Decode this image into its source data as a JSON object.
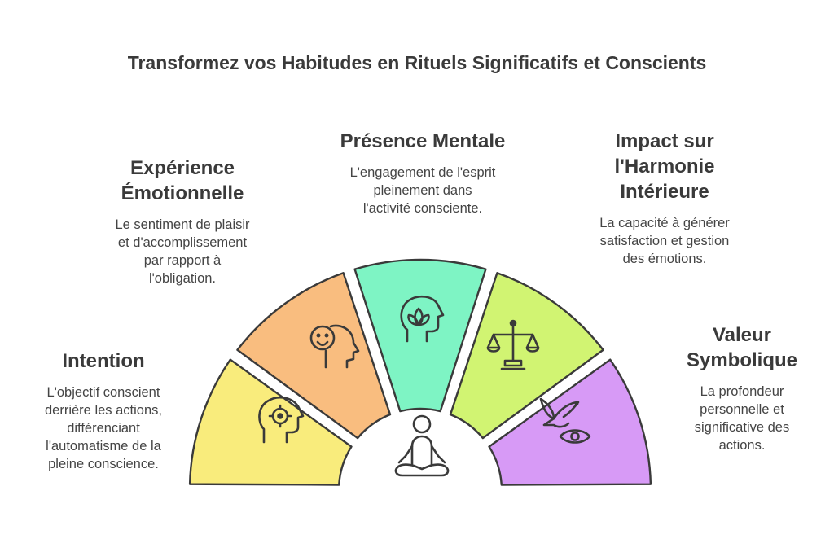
{
  "title": "Transformez vos Habitudes en Rituels Significatifs et Conscients",
  "segments": [
    {
      "key": "intention",
      "heading": "Intention",
      "text": "L'objectif conscient\nderrière les actions,\ndifférenciant\nl'automatisme de la\npleine conscience.",
      "color": "#f9ec7c",
      "icon": "target-head-icon"
    },
    {
      "key": "emotion",
      "heading": "Expérience\nÉmotionnelle",
      "text": "Le sentiment de plaisir\net d'accomplissement\npar rapport à\nl'obligation.",
      "color": "#f9bd7f",
      "icon": "smiley-head-icon"
    },
    {
      "key": "presence",
      "heading": "Présence Mentale",
      "text": "L'engagement de l'esprit\npleinement dans\nl'activité consciente.",
      "color": "#7ef4c4",
      "icon": "lotus-head-icon"
    },
    {
      "key": "impact",
      "heading": "Impact sur\nl'Harmonie\nIntérieure",
      "text": "La capacité à générer\nsatisfaction et gestion\ndes émotions.",
      "color": "#d1f472",
      "icon": "balance-scale-icon"
    },
    {
      "key": "valeur",
      "heading": "Valeur\nSymbolique",
      "text": "La profondeur\npersonnelle et\nsignificative des\nactions.",
      "color": "#d79af6",
      "icon": "dove-eye-icon"
    }
  ],
  "center_icon": "meditating-person-icon"
}
